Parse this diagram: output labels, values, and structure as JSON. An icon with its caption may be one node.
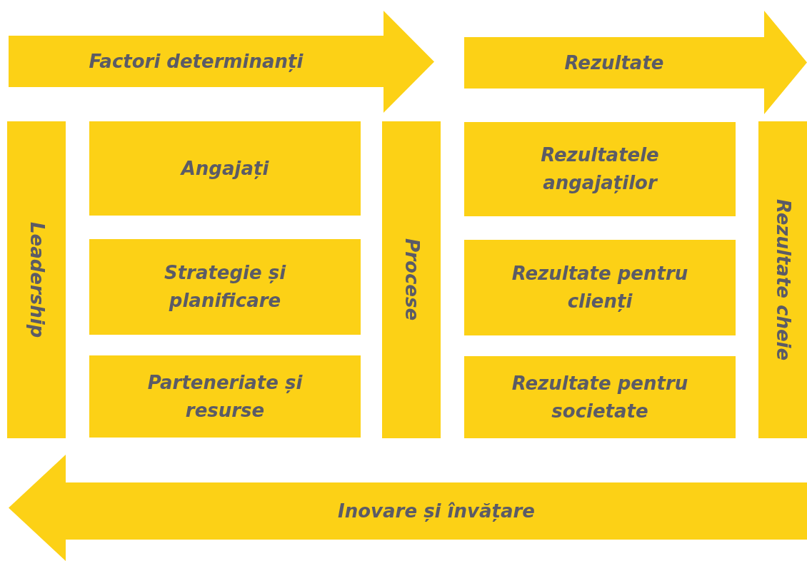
{
  "diagram": {
    "nodes": [
      {
        "text": [
          "Factori determinanți"
        ]
      },
      {
        "text": [
          "Rezultate"
        ]
      },
      {
        "text": [
          "Leadership"
        ]
      },
      {
        "text": [
          "Angajați"
        ]
      },
      {
        "text": [
          "Strategie și planificare"
        ]
      },
      {
        "text": [
          "Parteneriate și resurse"
        ]
      },
      {
        "text": [
          "Procese"
        ]
      },
      {
        "text": [
          "Rezultatele angajaților"
        ]
      },
      {
        "text": [
          "Rezultate pentru clienți"
        ]
      },
      {
        "text": [
          "Rezultate pentru societate"
        ]
      },
      {
        "text": [
          "Rezultate cheie"
        ]
      },
      {
        "text": [
          "Inovare și învățare"
        ]
      }
    ],
    "edges": []
  }
}
